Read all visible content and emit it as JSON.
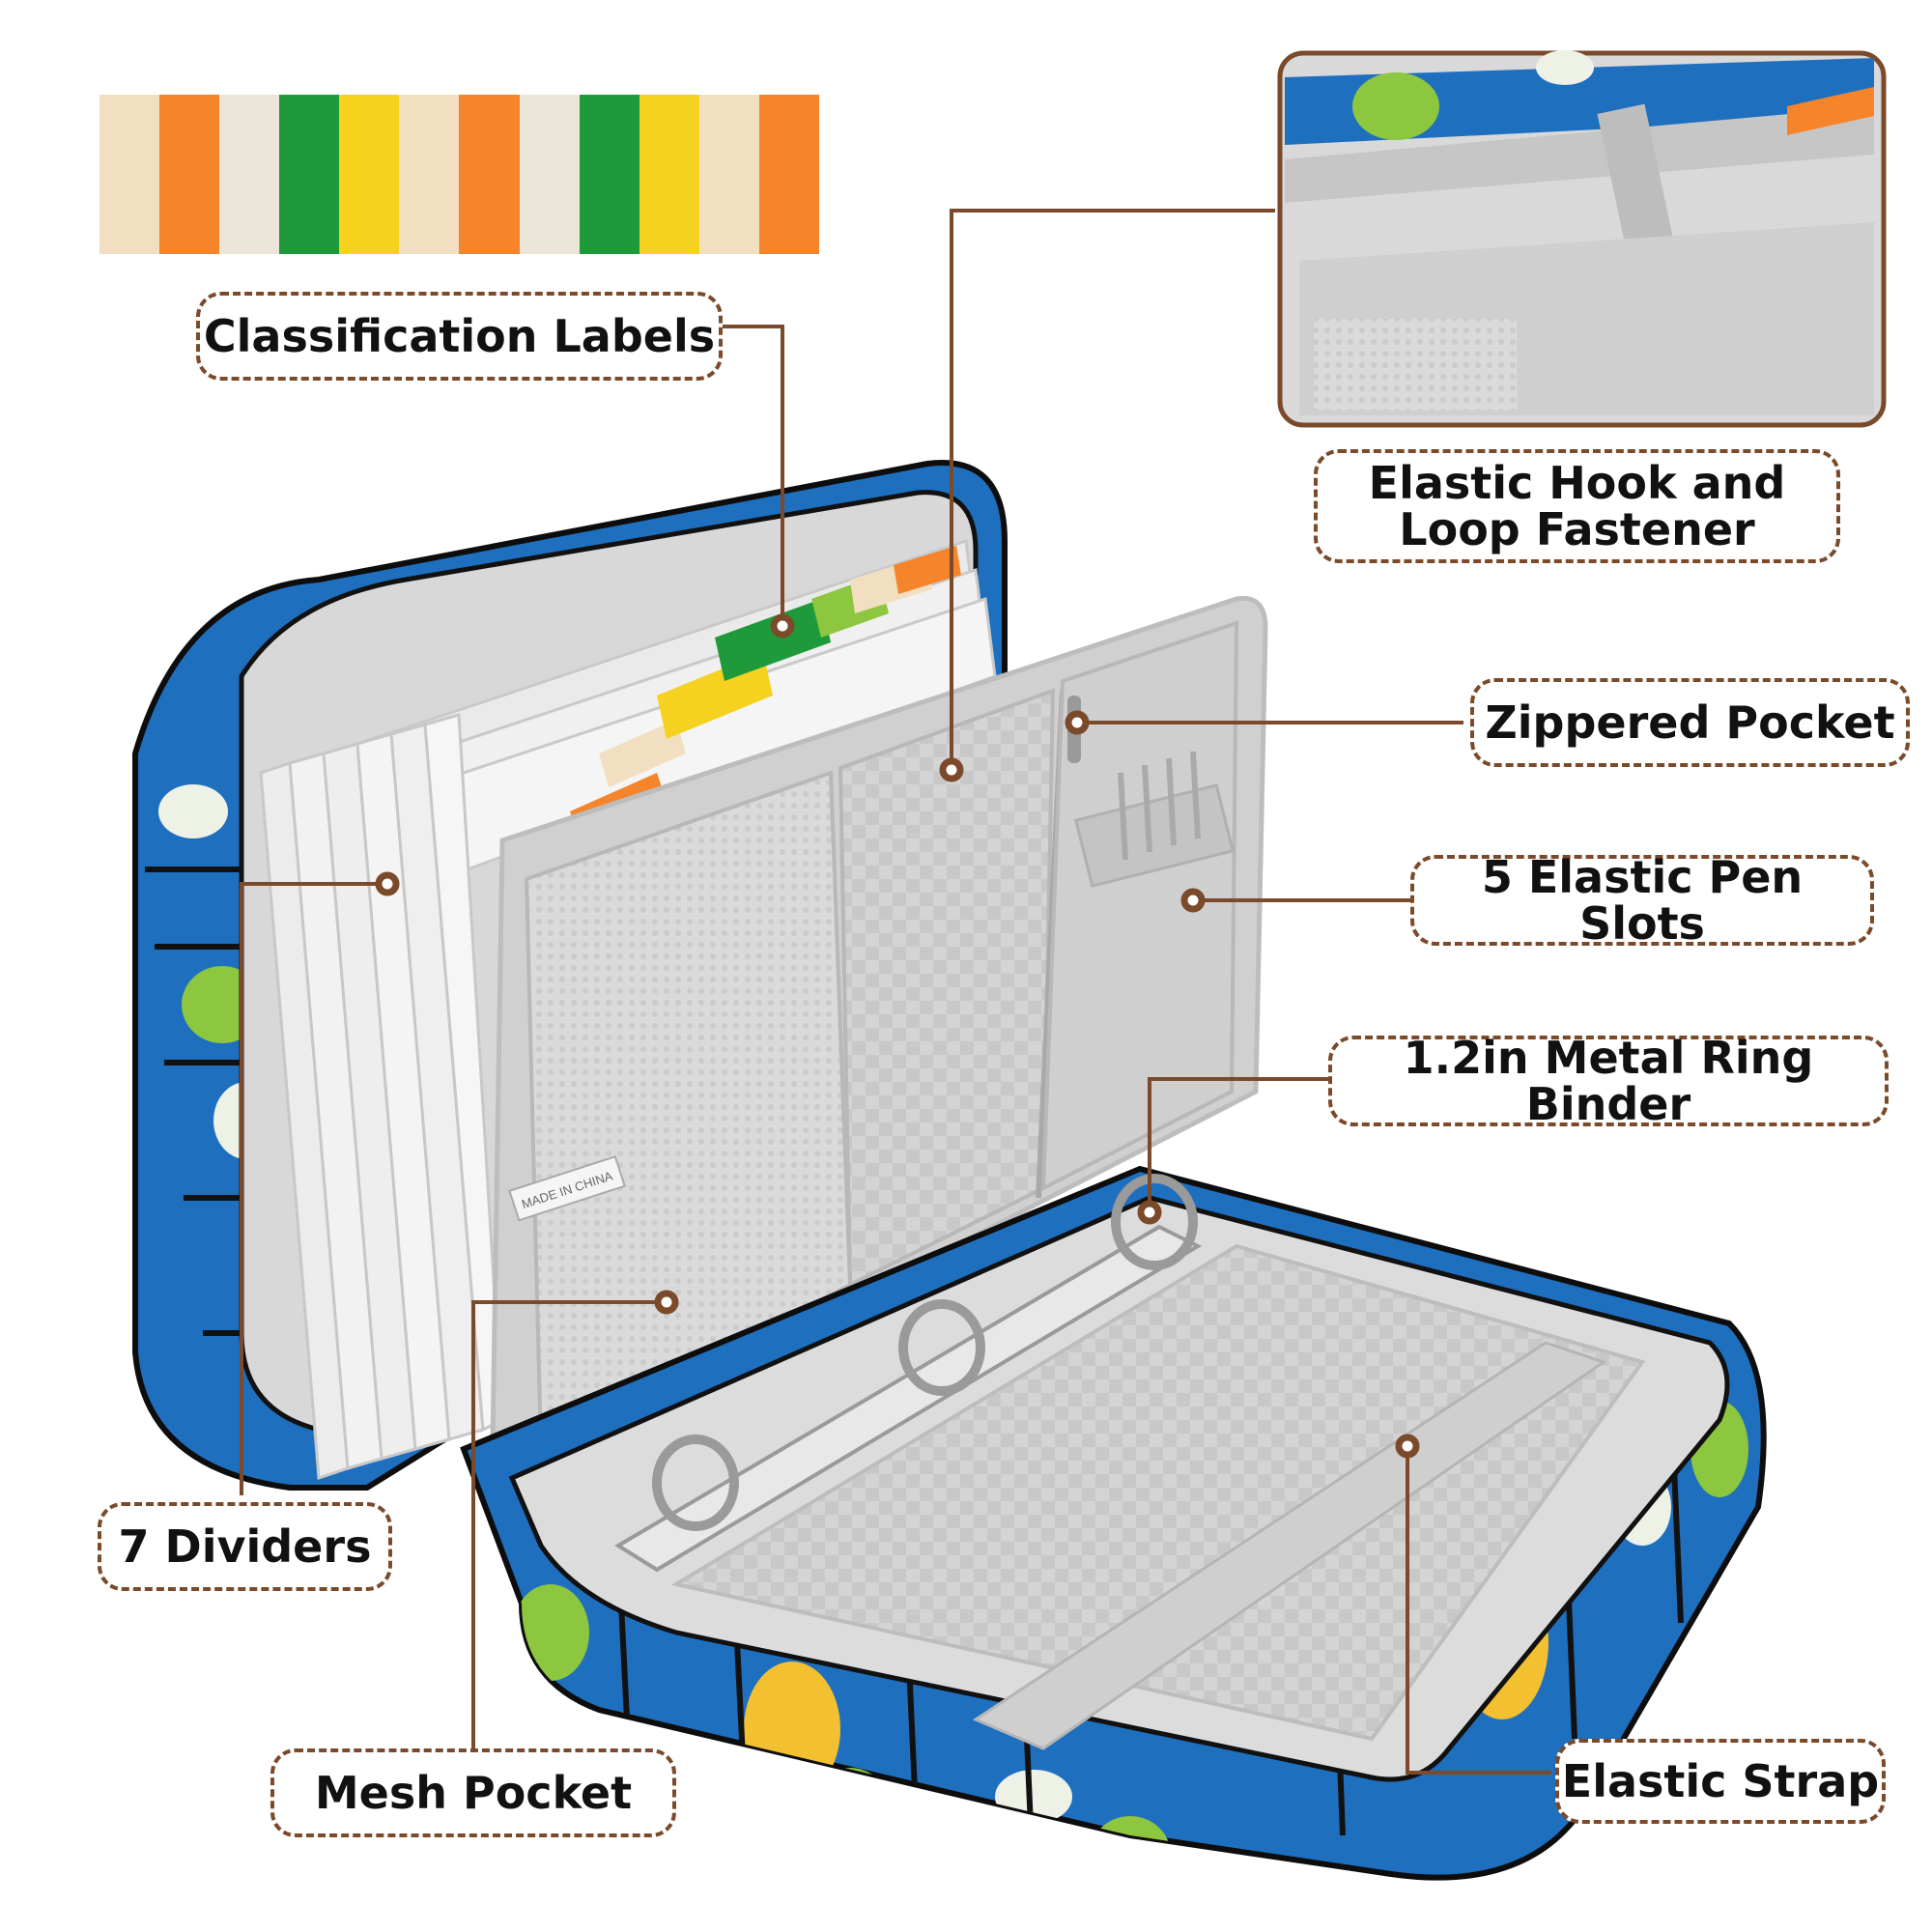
{
  "labels": {
    "classification": "Classification Labels",
    "hook_line1": "Elastic Hook and",
    "hook_line2": "Loop Fastener",
    "zippered": "Zippered Pocket",
    "pen_slots": "5 Elastic Pen Slots",
    "ring_binder": "1.2in Metal Ring Binder",
    "dividers": "7 Dividers",
    "mesh": "Mesh Pocket",
    "strap": "Elastic Strap",
    "tag_text": "MADE IN CHINA"
  },
  "colors": {
    "callout_border": "#7a4a2a",
    "case_blue": "#1f6fbf",
    "lining_gray": "#d2d2d2",
    "swatches": [
      "#f2dfc2",
      "#f5842a",
      "#ece6da",
      "#1f9a3a",
      "#f5d21f",
      "#f2dfc2",
      "#f5842a",
      "#ece6da",
      "#1f9a3a",
      "#f5d21f",
      "#f2dfc2",
      "#f5842a"
    ]
  }
}
